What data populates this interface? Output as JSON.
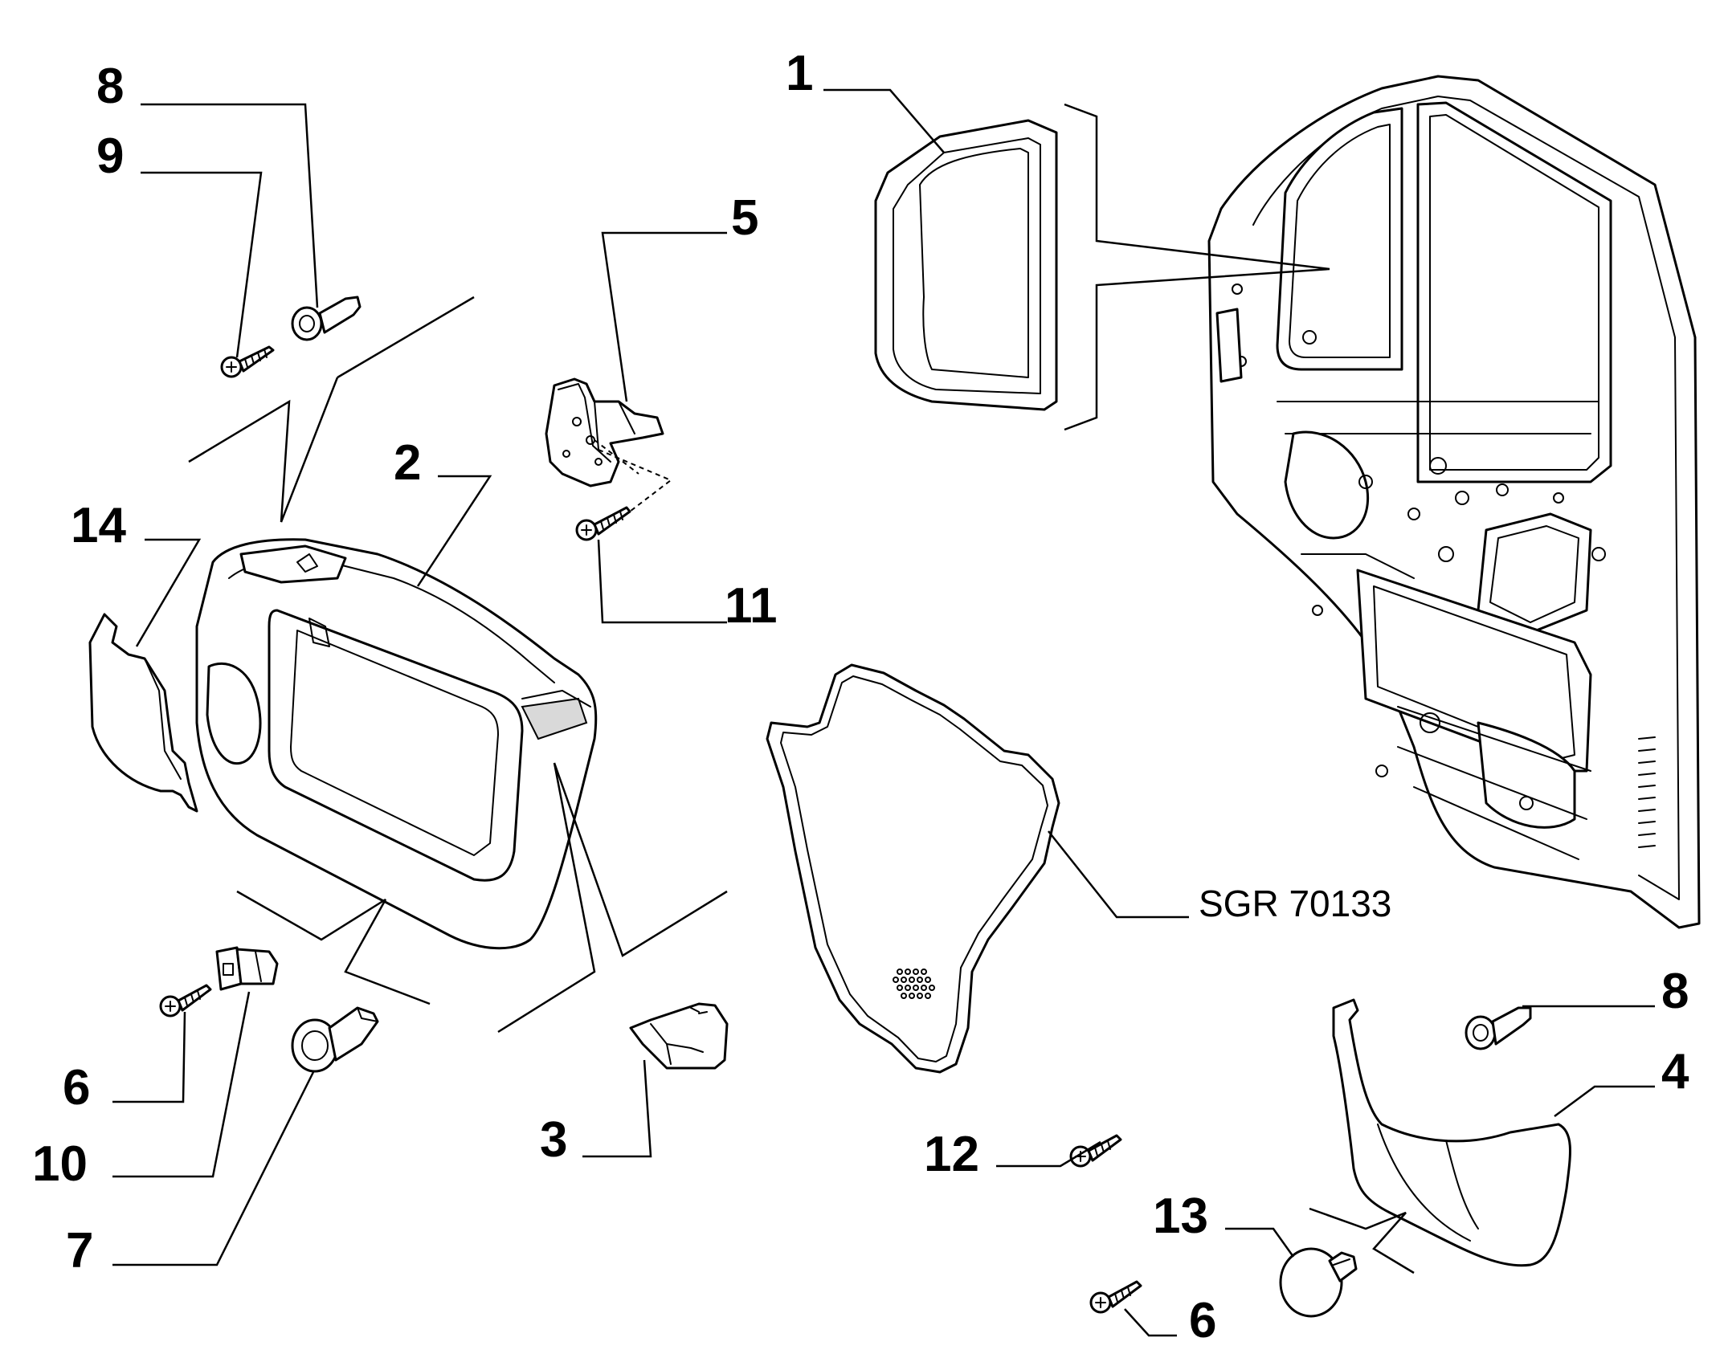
{
  "diagram": {
    "reference_code": "SGR 70133",
    "callouts": {
      "c1": "1",
      "c2": "2",
      "c3": "3",
      "c4": "4",
      "c5": "5",
      "c6a": "6",
      "c6b": "6",
      "c7": "7",
      "c8a": "8",
      "c8b": "8",
      "c9": "9",
      "c10": "10",
      "c11": "11",
      "c12": "12",
      "c13": "13",
      "c14": "14"
    }
  }
}
